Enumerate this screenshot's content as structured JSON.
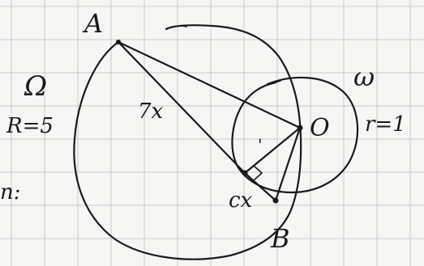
{
  "labels": {
    "point_a": "A",
    "point_o": "O",
    "point_b": "B",
    "big_circle": "Ω",
    "big_radius": "R=5",
    "small_circle": "ω",
    "small_radius": "r=1",
    "segment_long": "7x",
    "segment_short": "cx",
    "tick_mark": "'",
    "margin_fragment": "n:"
  },
  "colors": {
    "paper": "#f6f6f4",
    "grid": "#c9c9c9",
    "ink": "#1a1a1a"
  }
}
